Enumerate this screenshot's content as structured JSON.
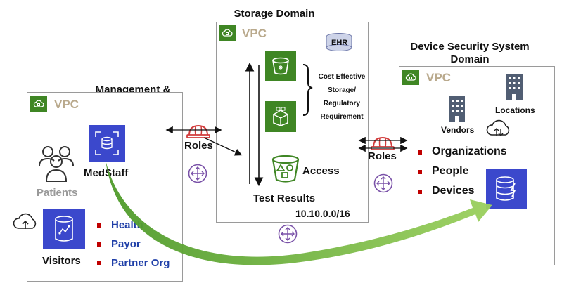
{
  "storage": {
    "title": "Storage Domain",
    "vpc_label": "VPC",
    "ehr_label": "EHR",
    "storage_note": "Cost Effective Storage/ Regulatory Requirement",
    "access_label": "Access",
    "test_results_label": "Test Results",
    "cidr": "10.10.0.0/16"
  },
  "management": {
    "title": "Management & Public Interface Domain",
    "vpc_label": "VPC",
    "medstaff_label": "MedStaff",
    "patients_label": "Patients",
    "visitors_label": "Visitors",
    "bullets": [
      "Health",
      "Payor",
      "Partner Org"
    ]
  },
  "device": {
    "title": "Device Security System Domain",
    "vpc_label": "VPC",
    "vendors_label": "Vendors",
    "locations_label": "Locations",
    "bullets": [
      "Organizations",
      "People",
      "Devices"
    ]
  },
  "roles_left_label": "Roles",
  "roles_right_label": "Roles",
  "colors": {
    "vpc_green": "#3f8624",
    "vpc_text": "#b9a98c",
    "aws_blue": "#3b48cc",
    "bullet_red": "#c00000",
    "bullet_text_blue": "#1f3fa8",
    "arrow_green": "#7ab648",
    "helmet_red": "#d13b3b",
    "router_purple": "#7a52a8"
  },
  "icons": [
    "cloud-upload-icon",
    "users-icon",
    "database-tile-icon",
    "bucket-icon",
    "glacier-icon",
    "shapes-bucket-icon",
    "building-icon",
    "dynamodb-icon",
    "helmet-icon",
    "router-icon",
    "vpc-cloud-icon"
  ]
}
